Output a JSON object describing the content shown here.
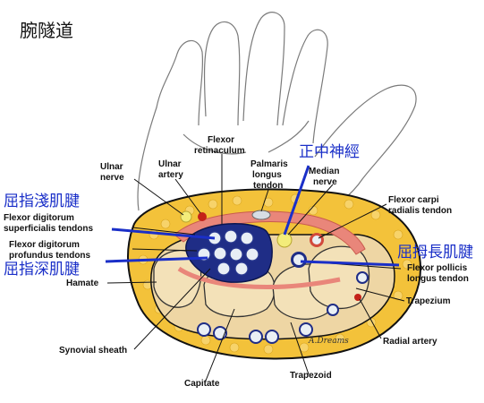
{
  "title": "腕隧道",
  "labels": {
    "flexor_retinaculum": [
      "Flexor",
      "retinaculum"
    ],
    "ulnar_nerve": [
      "Ulnar",
      "nerve"
    ],
    "ulnar_artery": [
      "Ulnar",
      "artery"
    ],
    "palmaris_longus": [
      "Palmaris",
      "longus",
      "tendon"
    ],
    "median_nerve": [
      "Median",
      "nerve"
    ],
    "flexor_carpi_radialis": [
      "Flexor carpi",
      "radialis tendon"
    ],
    "fds": [
      "Flexor digitorum",
      "superficialis tendons"
    ],
    "fdp": [
      "Flexor digitorum",
      "profundus tendons"
    ],
    "hamate": "Hamate",
    "fpl": [
      "Flexor pollicis",
      "longus tendon"
    ],
    "trapezium": "Trapezium",
    "radial_artery": "Radial artery",
    "synovial_sheath": "Synovial sheath",
    "capitate": "Capitate",
    "trapezoid": "Trapezoid"
  },
  "chinese_labels": {
    "median_nerve_zh": "正中神經",
    "fds_zh": "屈指淺肌腱",
    "fdp_zh": "屈指深肌腱",
    "fpl_zh": "屈拇長肌腱"
  },
  "signature": "A.Dreams",
  "colors": {
    "accent_blue": "#1a2fc8",
    "tendon_sheath": "#1f2d86",
    "fat": "#f3c23a",
    "bone": "#f1dcb0",
    "retinaculum": "#e9867a",
    "artery": "#c42118",
    "nerve": "#f3ec7a"
  }
}
